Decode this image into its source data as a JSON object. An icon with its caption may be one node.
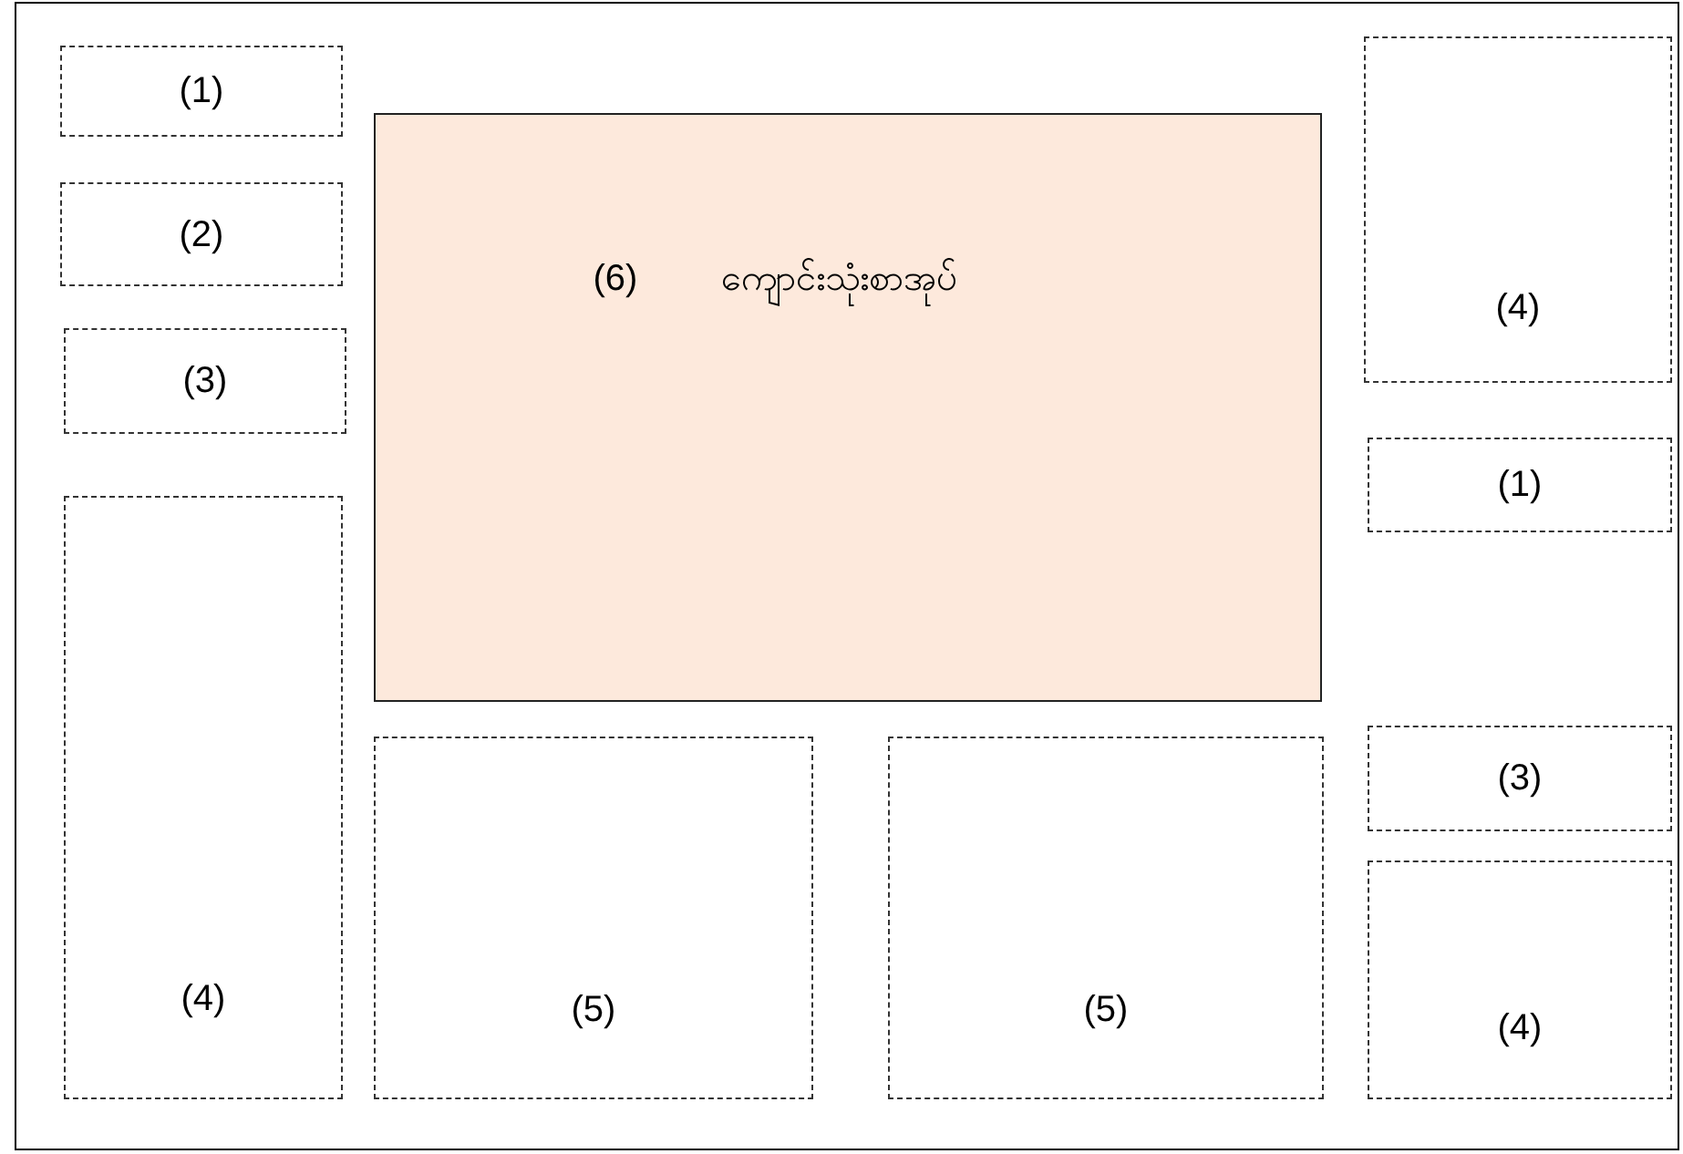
{
  "diagram": {
    "nodes": [
      {
        "text": [
          "(1)"
        ]
      },
      {
        "text": [
          "(6)",
          "ကျောင်းသုံးစာအုပ်"
        ]
      },
      {
        "text": [
          "(4)"
        ]
      },
      {
        "text": [
          "(2)"
        ]
      },
      {
        "text": [
          "(3)"
        ]
      },
      {
        "text": [
          "(1)"
        ]
      },
      {
        "text": [
          "(4)"
        ]
      },
      {
        "text": [
          "(3)"
        ]
      },
      {
        "text": [
          "(5)"
        ]
      },
      {
        "text": [
          "(5)"
        ]
      },
      {
        "text": [
          "(4)"
        ]
      }
    ]
  }
}
